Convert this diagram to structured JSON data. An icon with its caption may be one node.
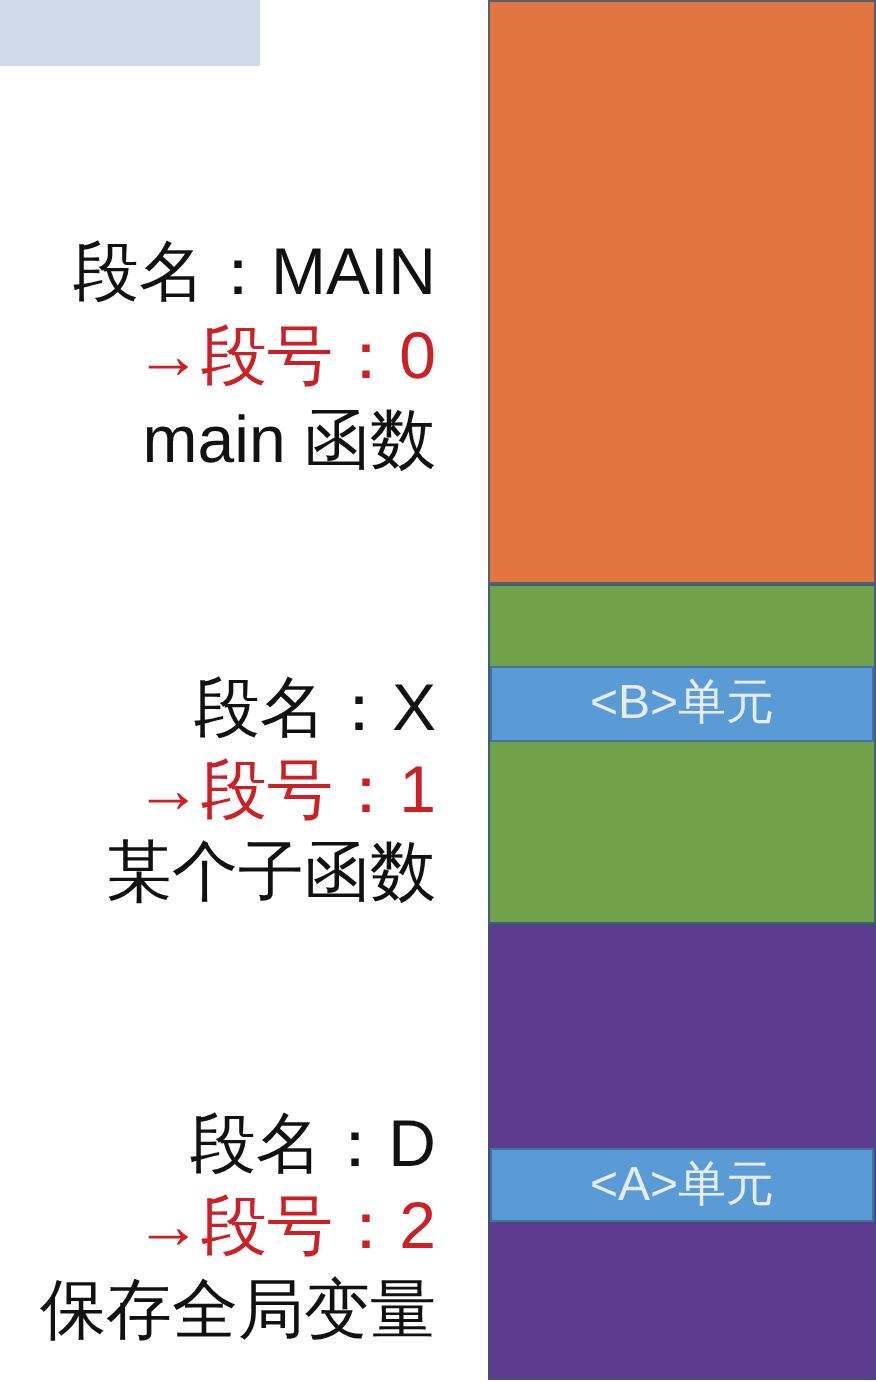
{
  "diagram": {
    "nodes": [
      {
        "text": [],
        "shape": "box",
        "beside": [
          "段名：MAIN",
          "→段号：0",
          "main 函数"
        ]
      },
      {
        "text": [],
        "shape": "box",
        "beside": [
          "段名：X",
          "→段号：1",
          "某个子函数"
        ]
      },
      {
        "text": [
          "<B>单元"
        ],
        "in": 1
      },
      {
        "text": [],
        "shape": "box",
        "beside": [
          "段名：D",
          "→段号：2",
          "保存全局变量"
        ]
      },
      {
        "text": [
          "<A>单元"
        ],
        "in": 3
      }
    ]
  }
}
